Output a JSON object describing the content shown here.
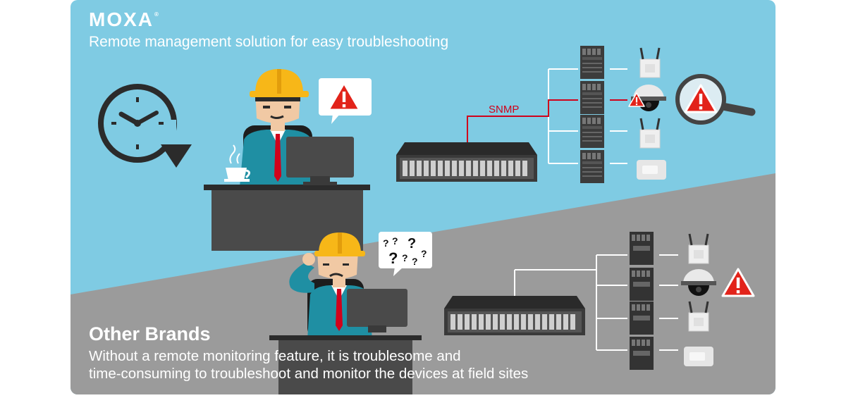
{
  "brand": {
    "logo_text": "MOXA",
    "registered_mark": "®"
  },
  "header": {
    "subtitle": "Remote management solution for easy troubleshooting"
  },
  "network": {
    "protocol_label": "SNMP"
  },
  "thought_bubble": {
    "text": "? ? ? ? ?"
  },
  "other_brands": {
    "title": "Other Brands",
    "line1": "Without a remote monitoring feature, it is troublesome and",
    "line2": "time-consuming to troubleshoot and monitor the devices at field sites"
  },
  "colors": {
    "sky": "#7fcbe3",
    "lower_bg": "#9b9b9b",
    "alert_red": "#e2231a",
    "snmp_line": "#d0021b",
    "suit": "#1f8fa3",
    "helmet": "#f7b718"
  },
  "icons": [
    "clock-icon",
    "warning-icon",
    "magnifier-icon",
    "camera-icon",
    "access-point-icon",
    "coffee-icon"
  ]
}
